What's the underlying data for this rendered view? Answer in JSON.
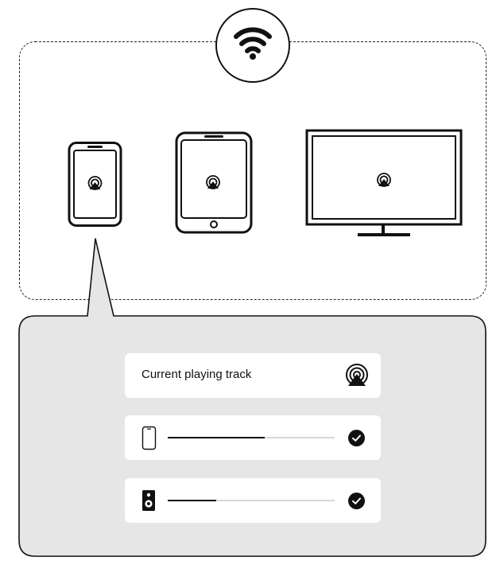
{
  "panel": {
    "track_label": "Current playing track",
    "phone_volume": 0.58,
    "speaker_volume": 0.29
  },
  "icons": [
    "wifi-icon",
    "smartphone-icon",
    "tablet-icon",
    "tv-icon",
    "airplay-icon",
    "speaker-icon",
    "check-icon"
  ]
}
